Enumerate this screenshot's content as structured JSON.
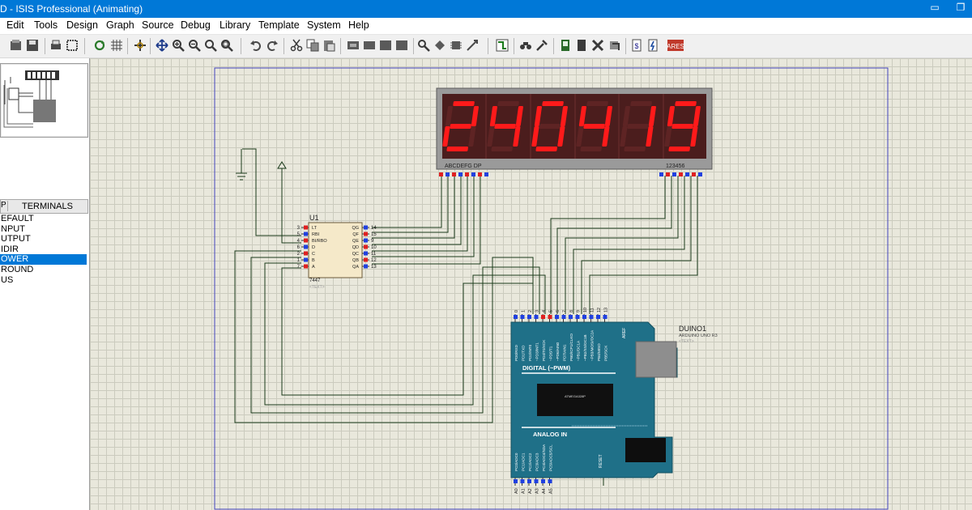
{
  "window": {
    "title": "D - ISIS Professional (Animating)",
    "maximize_icon": "maximize-icon",
    "restore_icon": "restore-icon"
  },
  "menu": [
    "Edit",
    "Tools",
    "Design",
    "Graph",
    "Source",
    "Debug",
    "Library",
    "Template",
    "System",
    "Help"
  ],
  "terminals": {
    "header_left": "P",
    "header": "TERMINALS",
    "items": [
      "EFAULT",
      "NPUT",
      "UTPUT",
      "IDIR",
      "OWER",
      "ROUND",
      "US"
    ],
    "selected_index": 4
  },
  "display": {
    "digits": "240419",
    "segment_pins_label": "ABCDEFG  DP",
    "digit_pins_label": "123456"
  },
  "decoder": {
    "ref": "U1",
    "part": "7447",
    "text": "<TEXT>",
    "left_pins": [
      {
        "num": "3",
        "name": "LT"
      },
      {
        "num": "5",
        "name": "RBI"
      },
      {
        "num": "4",
        "name": "BI/RBO"
      },
      {
        "num": "6",
        "name": "D"
      },
      {
        "num": "2",
        "name": "C"
      },
      {
        "num": "1",
        "name": "B"
      },
      {
        "num": "7",
        "name": "A"
      }
    ],
    "right_pins": [
      {
        "num": "14",
        "name": "QG"
      },
      {
        "num": "15",
        "name": "QF"
      },
      {
        "num": "9",
        "name": "QE"
      },
      {
        "num": "10",
        "name": "QD"
      },
      {
        "num": "11",
        "name": "QC"
      },
      {
        "num": "12",
        "name": "QB"
      },
      {
        "num": "13",
        "name": "QA"
      }
    ]
  },
  "arduino": {
    "ref": "DUINO1",
    "model": "ARDUINO UNO R3",
    "text": "<TEXT>",
    "digital_label": "DIGITAL (~PWM)",
    "analog_label": "ANALOG IN",
    "chip_label": "ATMEGA328P",
    "digital_pins": [
      "0",
      "1",
      "2",
      "3",
      "4",
      "5",
      "6",
      "7",
      "8",
      "9",
      "10",
      "11",
      "12",
      "13"
    ],
    "digital_pin_names": [
      "PD0/RXD",
      "PD1/TXD",
      "PD2/INT0",
      "~PD3/INT1",
      "PD4/T0/XCK",
      "~PD5/T1",
      "~PD6/AIN0",
      "PD7/AIN1",
      "PB0/ICP1/CLKO",
      "~PB1/OC1A",
      "~PB2/SS/OC1B",
      "~PB3/MOSI/OC2A",
      "PB4/MISO",
      "PB5/SCK"
    ],
    "analog_pins": [
      "A0",
      "A1",
      "A2",
      "A3",
      "A4",
      "A5"
    ],
    "analog_pin_names": [
      "PC0/ADC0",
      "PC1/ADC1",
      "PC2/ADC2",
      "PC3/ADC3",
      "PC4/ADC4/SDA",
      "PC5/ADC5/SCL"
    ],
    "aref_label": "AREF",
    "reset_label": "RESET"
  },
  "colors": {
    "wire": "#1a3a1a",
    "pin_red": "#e02020",
    "pin_blue": "#2040e0",
    "segment_on": "#ff1a1a",
    "display_body": "#4b1d1d",
    "arduino_body": "#1f7088",
    "sheet_border": "#4444bb"
  }
}
